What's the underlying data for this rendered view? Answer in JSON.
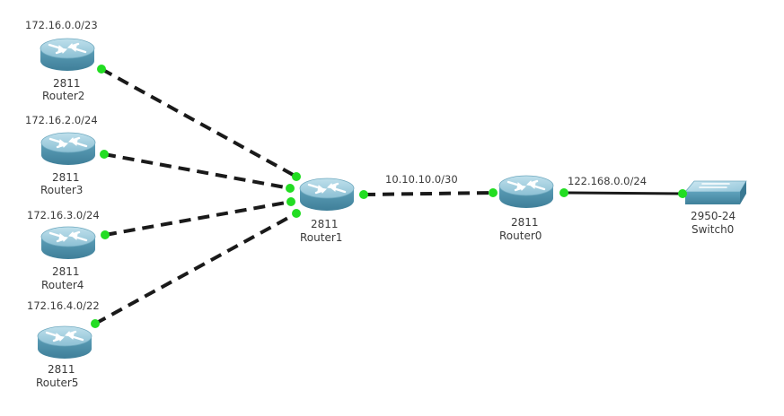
{
  "colors": {
    "link": "#1a1a1a",
    "port": "#22dd22",
    "router_body": "#5a9bb5",
    "switch_body": "#6aa8c2",
    "text": "#3a3a3a"
  },
  "devices": {
    "router2": {
      "model": "2811",
      "name": "Router2",
      "icon": "router-icon"
    },
    "router3": {
      "model": "2811",
      "name": "Router3",
      "icon": "router-icon"
    },
    "router4": {
      "model": "2811",
      "name": "Router4",
      "icon": "router-icon"
    },
    "router5": {
      "model": "2811",
      "name": "Router5",
      "icon": "router-icon"
    },
    "router1": {
      "model": "2811",
      "name": "Router1",
      "icon": "router-icon"
    },
    "router0": {
      "model": "2811",
      "name": "Router0",
      "icon": "router-icon"
    },
    "switch0": {
      "model": "2950-24",
      "name": "Switch0",
      "icon": "switch-icon"
    }
  },
  "networks": {
    "router2": "172.16.0.0/23",
    "router3": "172.16.2.0/24",
    "router4": "172.16.3.0/24",
    "router5": "172.16.4.0/22",
    "r1_r0": "10.10.10.0/30",
    "r0_sw": "122.168.0.0/24"
  },
  "links": [
    {
      "from": "router2",
      "to": "router1",
      "style": "serial-dashed"
    },
    {
      "from": "router3",
      "to": "router1",
      "style": "serial-dashed"
    },
    {
      "from": "router4",
      "to": "router1",
      "style": "serial-dashed"
    },
    {
      "from": "router5",
      "to": "router1",
      "style": "serial-dashed"
    },
    {
      "from": "router1",
      "to": "router0",
      "style": "serial-dashed"
    },
    {
      "from": "router0",
      "to": "switch0",
      "style": "ethernet-solid"
    }
  ]
}
